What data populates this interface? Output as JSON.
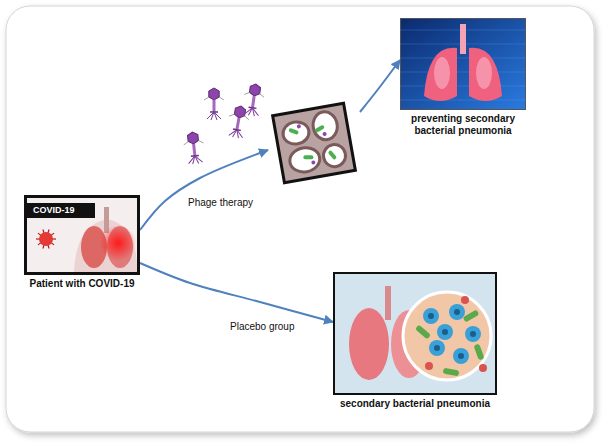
{
  "diagram": {
    "nodes": [
      {
        "text": [
          "Patient with COVID-19"
        ]
      },
      {
        "text": []
      },
      {
        "text": [
          "preventing secondary bacterial pneumonia"
        ]
      },
      {
        "text": [
          "secondary bacterial pneumonia"
        ]
      }
    ],
    "edges": [
      {
        "from": 0,
        "to": 1,
        "label": "Phage therapy",
        "arrow": "to"
      },
      {
        "from": 1,
        "to": 2,
        "arrow": "to"
      },
      {
        "from": 0,
        "to": 3,
        "label": "Placebo group",
        "arrow": "to"
      }
    ],
    "labels": [
      "COVID-19"
    ]
  }
}
